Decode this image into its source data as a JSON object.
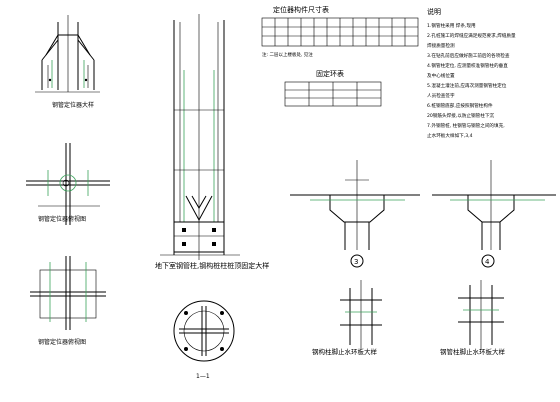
{
  "captions": {
    "fig1": "钢管定位器大样",
    "fig2": "钢管定位器俯视图",
    "fig3": "钢管定位器俯视图",
    "main_elevation": "地下室钢管柱,钢构桩柱桩顶固定大样",
    "section": "1—1",
    "detail_waterstop": "钢构柱脚止水环板大样",
    "detail_waterstop2": "钢管柱脚止水环板大样",
    "circle3": "3",
    "circle4": "4"
  },
  "tables": {
    "positioner_title": "定位器构件尺寸表",
    "positioner_headers": [
      "",
      "",
      "",
      "",
      "",
      "",
      "",
      "",
      "",
      "",
      "",
      ""
    ],
    "positioner_note": "注: 二层以上楼板处, 见注",
    "ring_title": "固定环表"
  },
  "notes": {
    "title": "说明",
    "lines": [
      "1.钢管柱采用        焊条,现用",
      "2.孔桩施工的焊缝应满足规范要求,焊缝质量",
      "   焊接质量检测",
      "3.在钻孔前后应做好施工前后的各项检查",
      "4.钢管柱定位, 应测量校准钢管柱的垂直",
      "   及中心线位置",
      "5.混凝土灌注前,应再次测量钢管柱定位",
      "   人员检查签字",
      "6.桩钢管底部,应按照钢管柱构件",
      "   20钢筋头焊接,以防止钢管柱下沉",
      "7.外钢管桩, 柱钢管与钢管之间的填充,",
      "   止水环板大样如下,3,4"
    ]
  }
}
